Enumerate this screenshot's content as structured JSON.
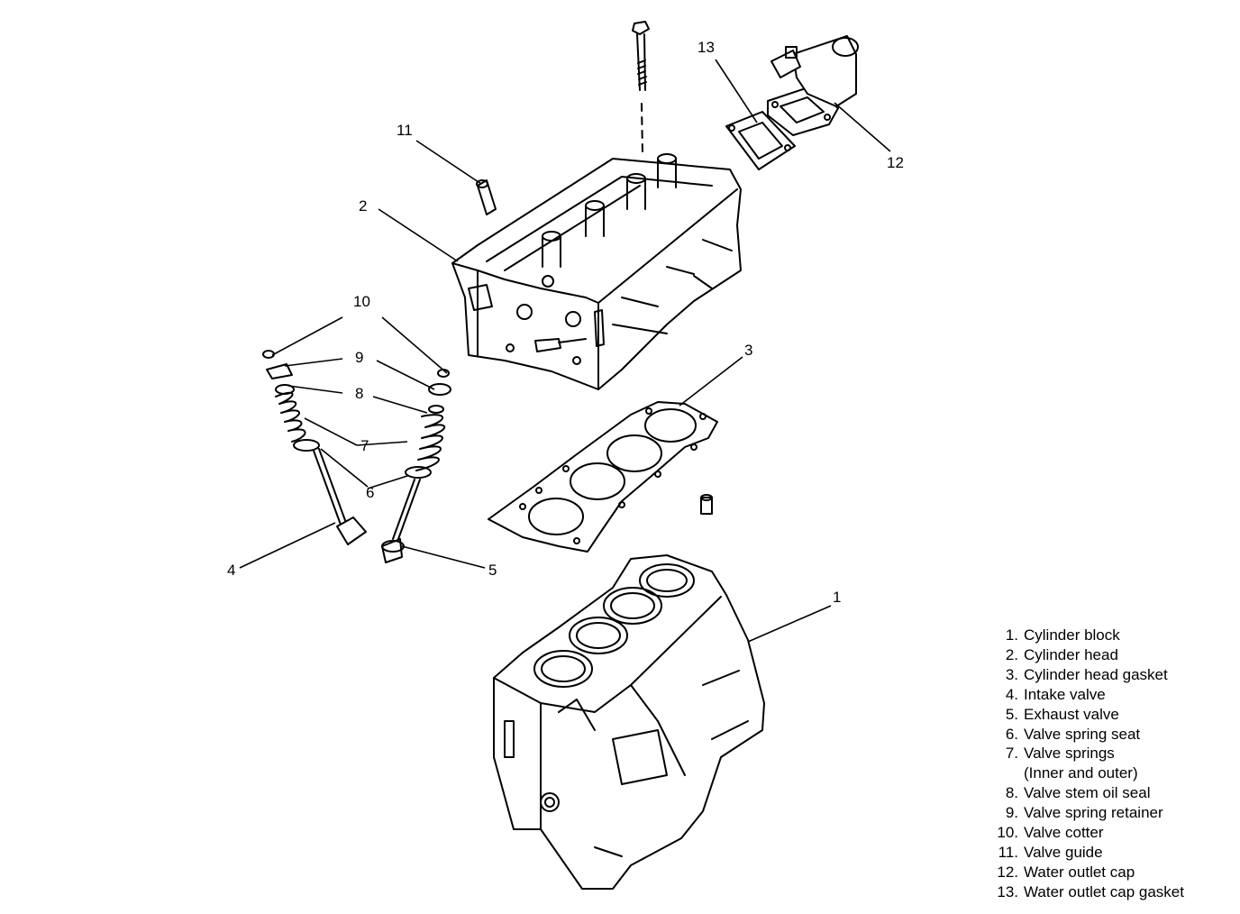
{
  "callouts": [
    "1",
    "2",
    "3",
    "4",
    "5",
    "6",
    "7",
    "8",
    "9",
    "10",
    "11",
    "12",
    "13"
  ],
  "legend": [
    {
      "num": "1.",
      "text": "Cylinder block"
    },
    {
      "num": "2.",
      "text": "Cylinder head"
    },
    {
      "num": "3.",
      "text": "Cylinder head gasket"
    },
    {
      "num": "4.",
      "text": "Intake valve"
    },
    {
      "num": "5.",
      "text": "Exhaust valve"
    },
    {
      "num": "6.",
      "text": "Valve spring seat"
    },
    {
      "num": "7.",
      "text": "Valve springs",
      "sub": "(Inner and outer)"
    },
    {
      "num": "8.",
      "text": "Valve stem oil seal"
    },
    {
      "num": "9.",
      "text": "Valve spring retainer"
    },
    {
      "num": "10.",
      "text": "Valve cotter"
    },
    {
      "num": "11.",
      "text": "Valve guide"
    },
    {
      "num": "12.",
      "text": "Water outlet cap"
    },
    {
      "num": "13.",
      "text": "Water outlet cap gasket"
    }
  ]
}
